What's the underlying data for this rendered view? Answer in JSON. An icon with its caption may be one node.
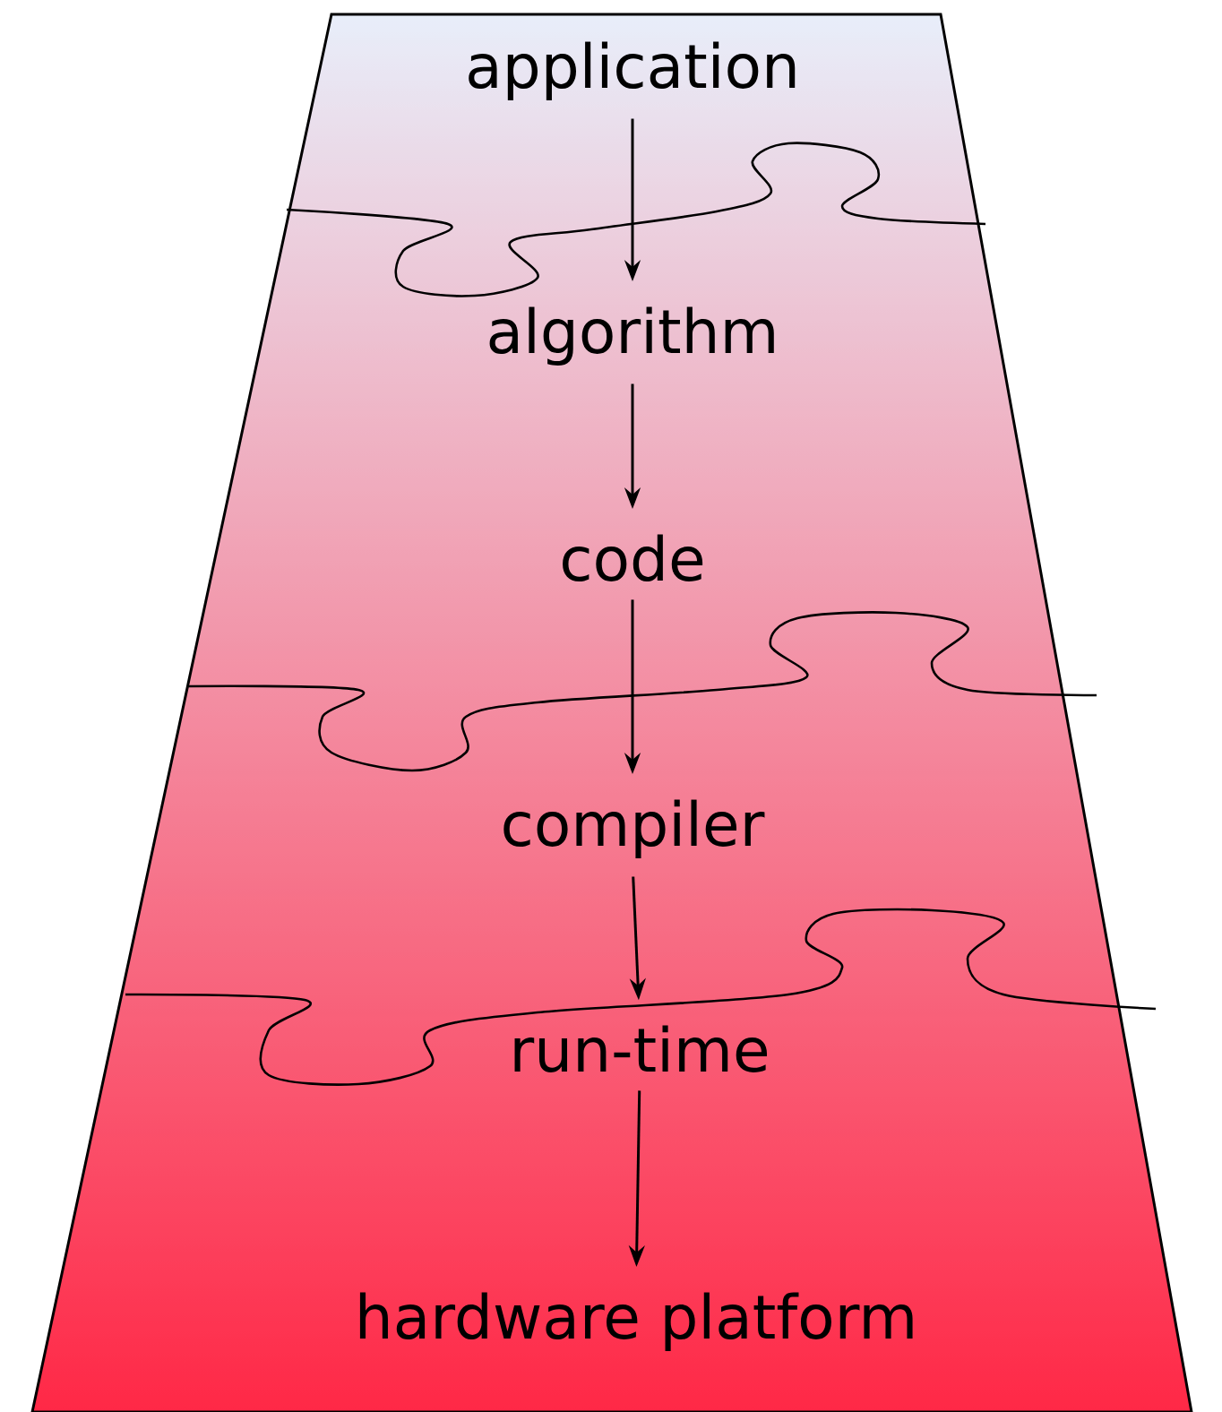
{
  "diagram": {
    "nodes": [
      {
        "text": [
          "application"
        ]
      },
      {
        "text": [
          "algorithm"
        ]
      },
      {
        "text": [
          "code"
        ]
      },
      {
        "text": [
          "compiler"
        ]
      },
      {
        "text": [
          "run-time"
        ]
      },
      {
        "text": [
          "hardware platform"
        ]
      }
    ],
    "edges": [
      {
        "from": 0,
        "to": 1,
        "arrow": "to"
      },
      {
        "from": 1,
        "to": 2,
        "arrow": "to"
      },
      {
        "from": 2,
        "to": 3,
        "arrow": "to"
      },
      {
        "from": 3,
        "to": 4,
        "arrow": "to"
      },
      {
        "from": 4,
        "to": 5,
        "arrow": "to"
      }
    ]
  }
}
